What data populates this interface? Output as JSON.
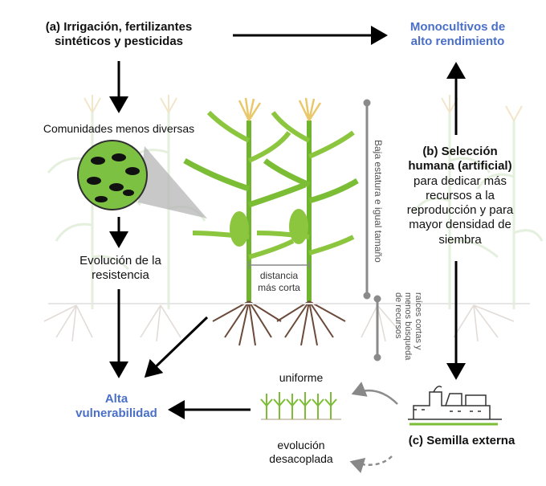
{
  "labels": {
    "a_line1": "(a) Irrigación, fertilizantes",
    "a_line2": "sintéticos y pesticidas",
    "monocultivos_line1": "Monocultivos de",
    "monocultivos_line2": "alto rendimiento",
    "comunidades": "Comunidades menos diversas",
    "evolucion_line1": "Evolución de la",
    "evolucion_line2": "resistencia",
    "alta_line1": "Alta",
    "alta_line2": "vulnerabilidad",
    "b_line1": "(b) Selección",
    "b_line2": "humana (artificial)",
    "b_desc": [
      "para dedicar más",
      "recursos a la",
      "reproducción y para",
      "mayor densidad de",
      "siembra"
    ],
    "c_label": "(c) Semilla externa",
    "uniforme": "uniforme",
    "evolucion_desacoplada_line1": "evolución",
    "evolucion_desacoplada_line2": "desacoplada",
    "distancia_line1": "distancia",
    "distancia_line2": "más corta",
    "baja_estatura": "Baja estatura e igual tamaño",
    "raices_line1": "raíces cortas y",
    "raices_line2": "menos búsqueda",
    "raices_line3": "de recursos"
  },
  "colors": {
    "accent_blue": "#4a6fc7",
    "plant_green": "#6fb52e",
    "faded_green": "#d9ead0",
    "tassel": "#e8c86a",
    "root_brown": "#6b4a3a",
    "insect_circle": "#7dc142"
  },
  "icons": [
    "insect-circle-icon",
    "corn-plant-icon",
    "factory-icon",
    "seedling-row-icon"
  ]
}
